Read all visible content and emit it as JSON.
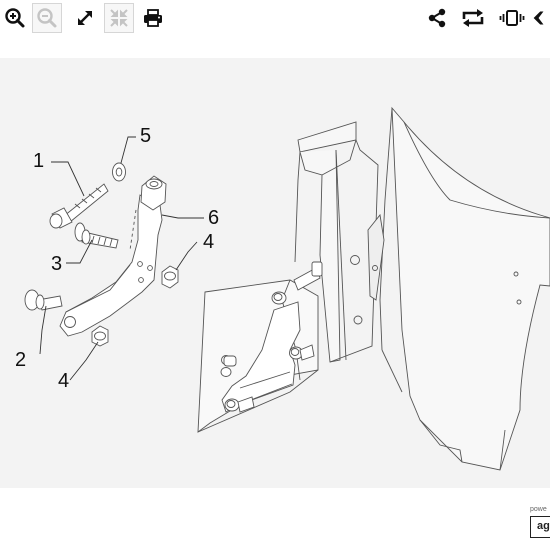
{
  "toolbar": {
    "left_buttons": [
      {
        "icon": "zoom-in-icon",
        "enabled": true
      },
      {
        "icon": "zoom-out-icon",
        "enabled": false
      },
      {
        "icon": "expand-icon",
        "enabled": true
      },
      {
        "icon": "fit-icon",
        "enabled": false
      },
      {
        "icon": "print-icon",
        "enabled": true
      }
    ],
    "right_buttons": [
      {
        "icon": "share-icon"
      },
      {
        "icon": "rotate-icon"
      },
      {
        "icon": "vibrate-icon"
      },
      {
        "icon": "back-icon"
      }
    ]
  },
  "diagram": {
    "callouts": [
      "1",
      "2",
      "3",
      "4",
      "4",
      "5",
      "6"
    ]
  },
  "footer": {
    "powered_text": "powe",
    "brand_text": "ag"
  }
}
